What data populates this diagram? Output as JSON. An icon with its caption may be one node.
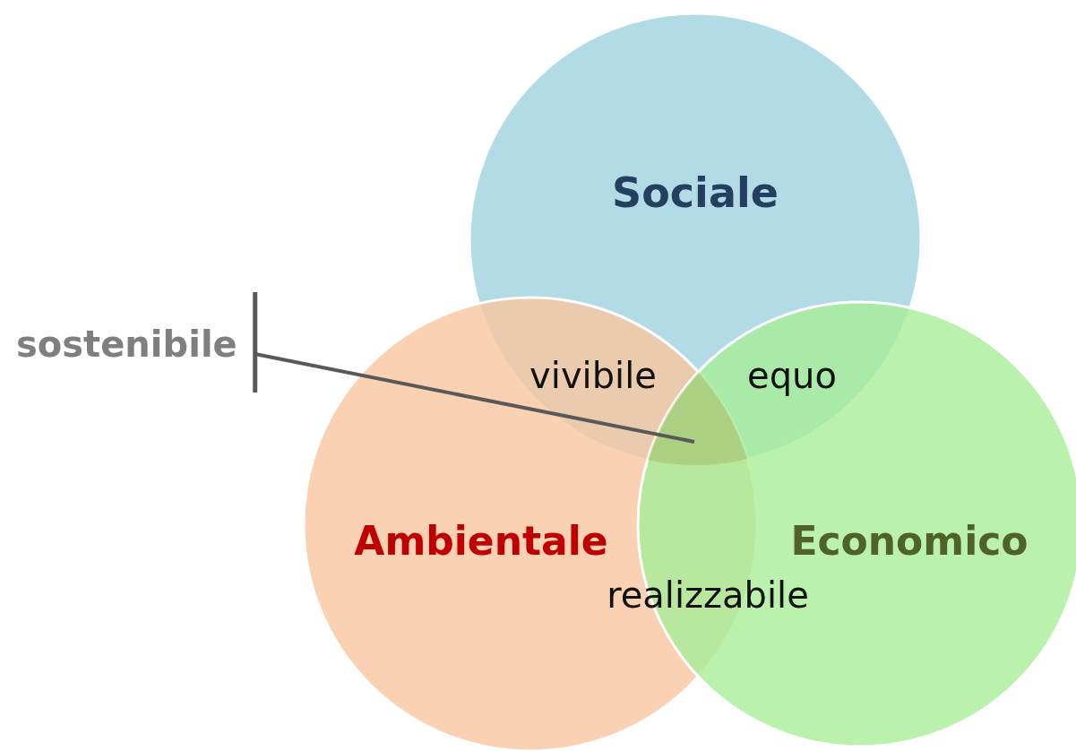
{
  "diagram": {
    "nodes": [
      {
        "text": [
          "Sociale"
        ]
      },
      {
        "text": [
          "Ambientale"
        ]
      },
      {
        "text": [
          "Economico"
        ]
      },
      {
        "text": [
          "sostenibile"
        ]
      },
      {
        "text": [],
        "shape": "region"
      }
    ],
    "edges": [
      {
        "from": 3,
        "to": 4,
        "arrow": "none"
      }
    ],
    "labels": [
      "vivibile",
      "equo",
      "realizzabile"
    ]
  }
}
